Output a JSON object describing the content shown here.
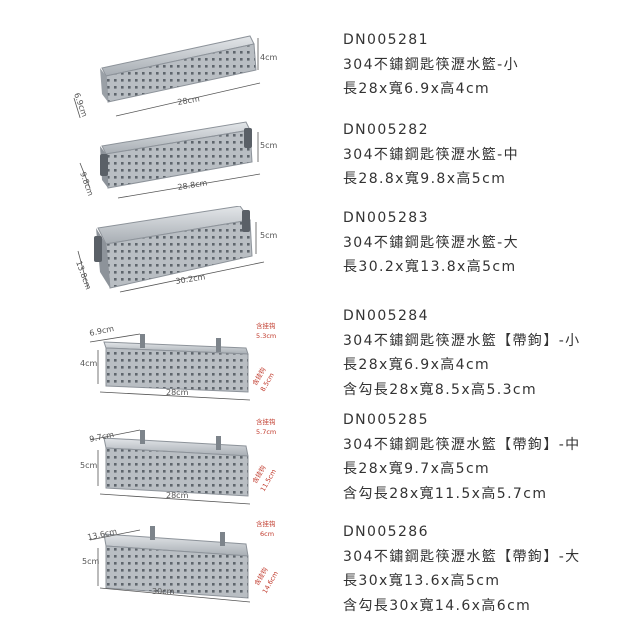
{
  "products": [
    {
      "code": "DN005281",
      "name": "304不鏽鋼匙筷瀝水籃-小",
      "dims": [
        "長28x寬6.9x高4cm"
      ],
      "labels": {
        "length": "28cm",
        "width": "6.9cm",
        "height": "4cm"
      }
    },
    {
      "code": "DN005282",
      "name": "304不鏽鋼匙筷瀝水籃-中",
      "dims": [
        "長28.8x寬9.8x高5cm"
      ],
      "labels": {
        "length": "28.8cm",
        "width": "9.8cm",
        "height": "5cm"
      }
    },
    {
      "code": "DN005283",
      "name": "304不鏽鋼匙筷瀝水籃-大",
      "dims": [
        "長30.2x寬13.8x高5cm"
      ],
      "labels": {
        "length": "30.2cm",
        "width": "13.8cm",
        "height": "5cm"
      }
    },
    {
      "code": "DN005284",
      "name": "304不鏽鋼匙筷瀝水籃【帶鉤】-小",
      "dims": [
        "長28x寬6.9x高4cm",
        "含勾長28x寬8.5x高5.3cm"
      ],
      "labels": {
        "length": "28cm",
        "width": "6.9cm",
        "height": "4cm",
        "hook_title": "含挂钩",
        "hook_height": "5.3cm",
        "hook_width": "8.5cm"
      }
    },
    {
      "code": "DN005285",
      "name": "304不鏽鋼匙筷瀝水籃【帶鉤】-中",
      "dims": [
        "長28x寬9.7x高5cm",
        "含勾長28x寬11.5x高5.7cm"
      ],
      "labels": {
        "length": "28cm",
        "width": "9.7cm",
        "height": "5cm",
        "hook_title": "含挂钩",
        "hook_height": "5.7cm",
        "hook_width": "11.5cm"
      }
    },
    {
      "code": "DN005286",
      "name": "304不鏽鋼匙筷瀝水籃【帶鉤】-大",
      "dims": [
        "長30x寬13.6x高5cm",
        "含勾長30x寬14.6x高6cm"
      ],
      "labels": {
        "length": "30cm",
        "width": "13.6cm",
        "height": "5cm",
        "hook_title": "含挂钩",
        "hook_height": "6cm",
        "hook_width": "14.6cm"
      }
    }
  ]
}
